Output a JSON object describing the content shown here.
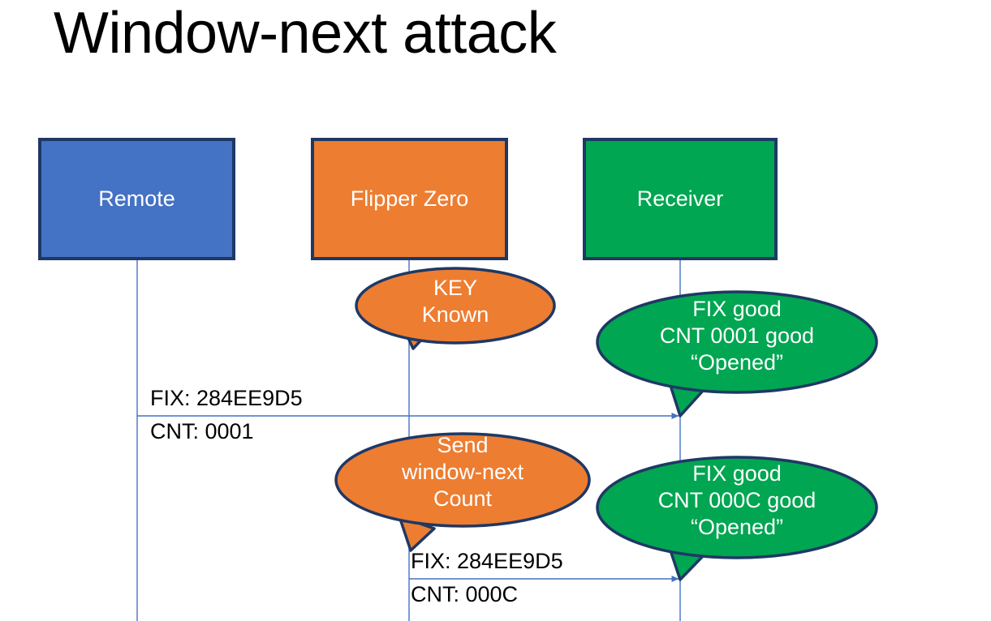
{
  "slide": {
    "title": "Window-next attack",
    "background_color": "#FFFFFF"
  },
  "colors": {
    "remote_fill": "#4472C4",
    "flipper_fill": "#ED7D31",
    "receiver_fill": "#00A651",
    "shape_outline": "#1F3864",
    "lifeline": "#4472C4",
    "text_on_shape": "#FFFFFF",
    "label_text": "#000000"
  },
  "actors": [
    {
      "id": "remote",
      "label": "Remote",
      "fill": "#4472C4"
    },
    {
      "id": "flipper",
      "label": "Flipper Zero",
      "fill": "#ED7D31"
    },
    {
      "id": "receiver",
      "label": "Receiver",
      "fill": "#00A651"
    }
  ],
  "bubbles": [
    {
      "id": "key-known",
      "owner": "flipper",
      "fill": "#ED7D31",
      "lines": [
        "KEY",
        "Known"
      ]
    },
    {
      "id": "receiver-response-1",
      "owner": "receiver",
      "fill": "#00A651",
      "lines": [
        "FIX good",
        "CNT 0001 good",
        "“Opened”"
      ]
    },
    {
      "id": "send-window-next",
      "owner": "flipper",
      "fill": "#ED7D31",
      "lines": [
        "Send",
        "window-next",
        "Count"
      ]
    },
    {
      "id": "receiver-response-2",
      "owner": "receiver",
      "fill": "#00A651",
      "lines": [
        "FIX good",
        "CNT 000C good",
        "“Opened”"
      ]
    }
  ],
  "messages": [
    {
      "id": "msg-remote-to-receiver",
      "from": "remote",
      "to": "receiver",
      "label_top": "FIX: 284EE9D5",
      "label_bottom": "CNT: 0001"
    },
    {
      "id": "msg-flipper-to-receiver",
      "from": "flipper",
      "to": "receiver",
      "label_top": "FIX: 284EE9D5",
      "label_bottom": "CNT: 000C"
    }
  ]
}
